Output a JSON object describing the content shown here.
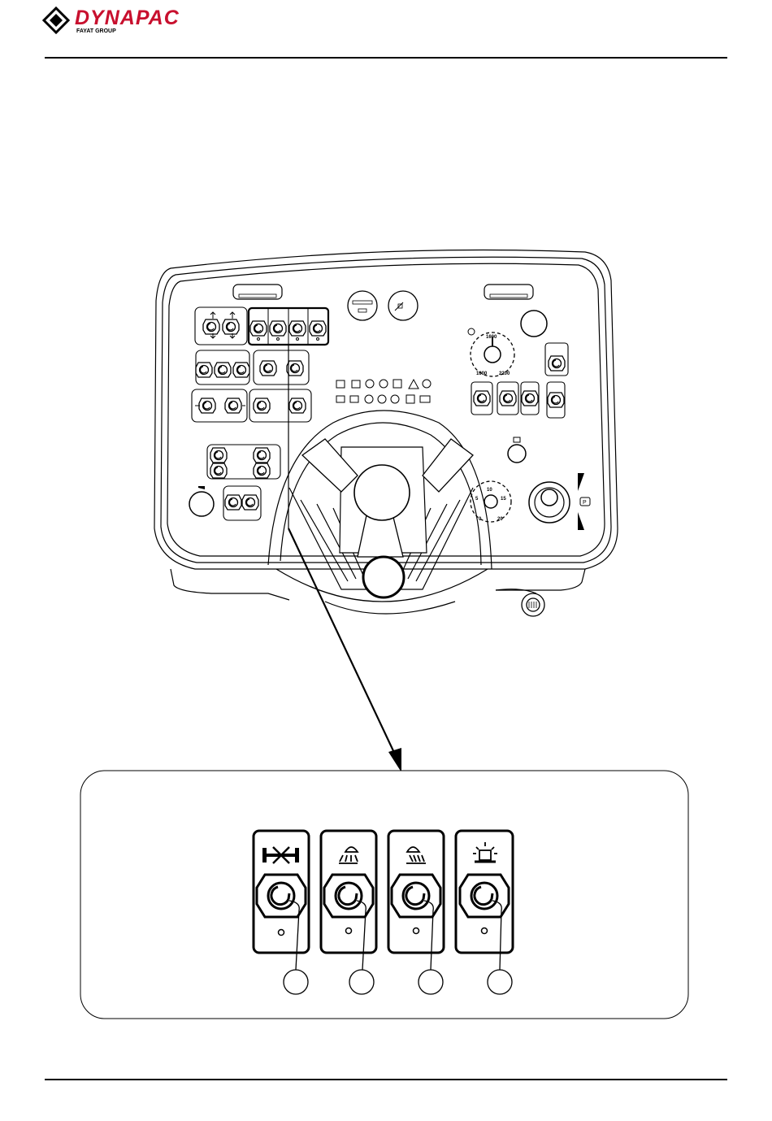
{
  "header": {
    "brand": "DYNAPAC",
    "brand_sub": "FAYAT GROUP"
  },
  "panel": {
    "rpm_dial": {
      "top": "1600",
      "left": "1000",
      "right": "2200"
    },
    "speed_dial": {
      "top": "10",
      "left": "5",
      "right": "15",
      "bottom_left": "0",
      "bottom_right": "20"
    },
    "park_label": "P"
  },
  "icons": {
    "knob": "rotary-switch-icon",
    "indicator": "indicator-lamp-icon",
    "axle": "axle-lock-icon",
    "work_light_front": "work-light-front-icon",
    "work_light_rear": "work-light-rear-icon",
    "beacon": "rotating-beacon-icon"
  }
}
